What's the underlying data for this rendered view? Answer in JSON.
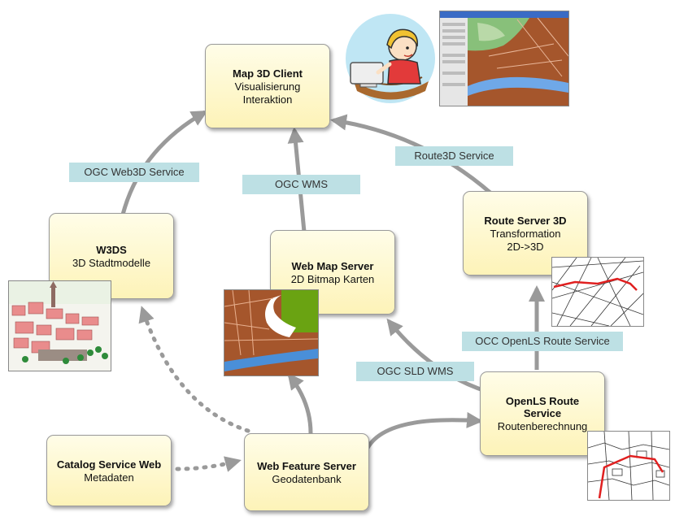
{
  "nodes": {
    "map3d": {
      "title": "Map 3D Client",
      "lines": [
        "Visualisierung",
        "Interaktion"
      ]
    },
    "w3ds": {
      "title": "W3DS",
      "lines": [
        "3D Stadtmodelle"
      ]
    },
    "wms": {
      "title": "Web Map Server",
      "lines": [
        "2D Bitmap Karten"
      ]
    },
    "route3d": {
      "title": "Route Server 3D",
      "lines": [
        "Transformation",
        "2D->3D"
      ]
    },
    "openls": {
      "title": "OpenLS Route Service",
      "lines": [
        "Routenberechnung"
      ]
    },
    "csw": {
      "title": "Catalog Service Web",
      "lines": [
        "Metadaten"
      ]
    },
    "wfs": {
      "title": "Web Feature Server",
      "lines": [
        "Geodatenbank"
      ]
    }
  },
  "labels": {
    "web3d": "OGC Web3D Service",
    "wms": "OGC WMS",
    "route3d": "Route3D Service",
    "openls": "OCC OpenLS Route Service",
    "sld": "OGC SLD WMS"
  },
  "colors": {
    "arrow": "#9a9a9a",
    "label_bg": "#bde0e4",
    "node_fill": "#fdf3b8",
    "route_red": "#e02020",
    "map_green": "#6aa312",
    "water_blue": "#4a8fd8"
  }
}
